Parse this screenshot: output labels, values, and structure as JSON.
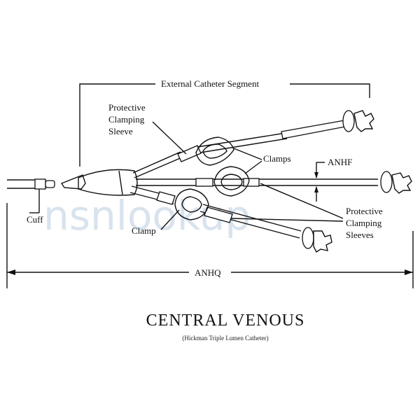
{
  "labels": {
    "external_segment": "External Catheter Segment",
    "protective_sleeve_top": [
      "Protective",
      "Clamping",
      "Sleeve"
    ],
    "clamps": "Clamps",
    "anhf": "ANHF",
    "cuff": "Cuff",
    "clamp": "Clamp",
    "protective_sleeves_right": [
      "Protective",
      "Clamping",
      "Sleeves"
    ],
    "anhq": "ANHQ"
  },
  "title": "CENTRAL  VENOUS",
  "subtitle": "(Hickman  Triple  Lumen  Catheter)",
  "watermark": "nsnlookup",
  "colors": {
    "line": "#111111",
    "watermark": "#b9cde0",
    "watermark_accent": "#f0a060"
  }
}
